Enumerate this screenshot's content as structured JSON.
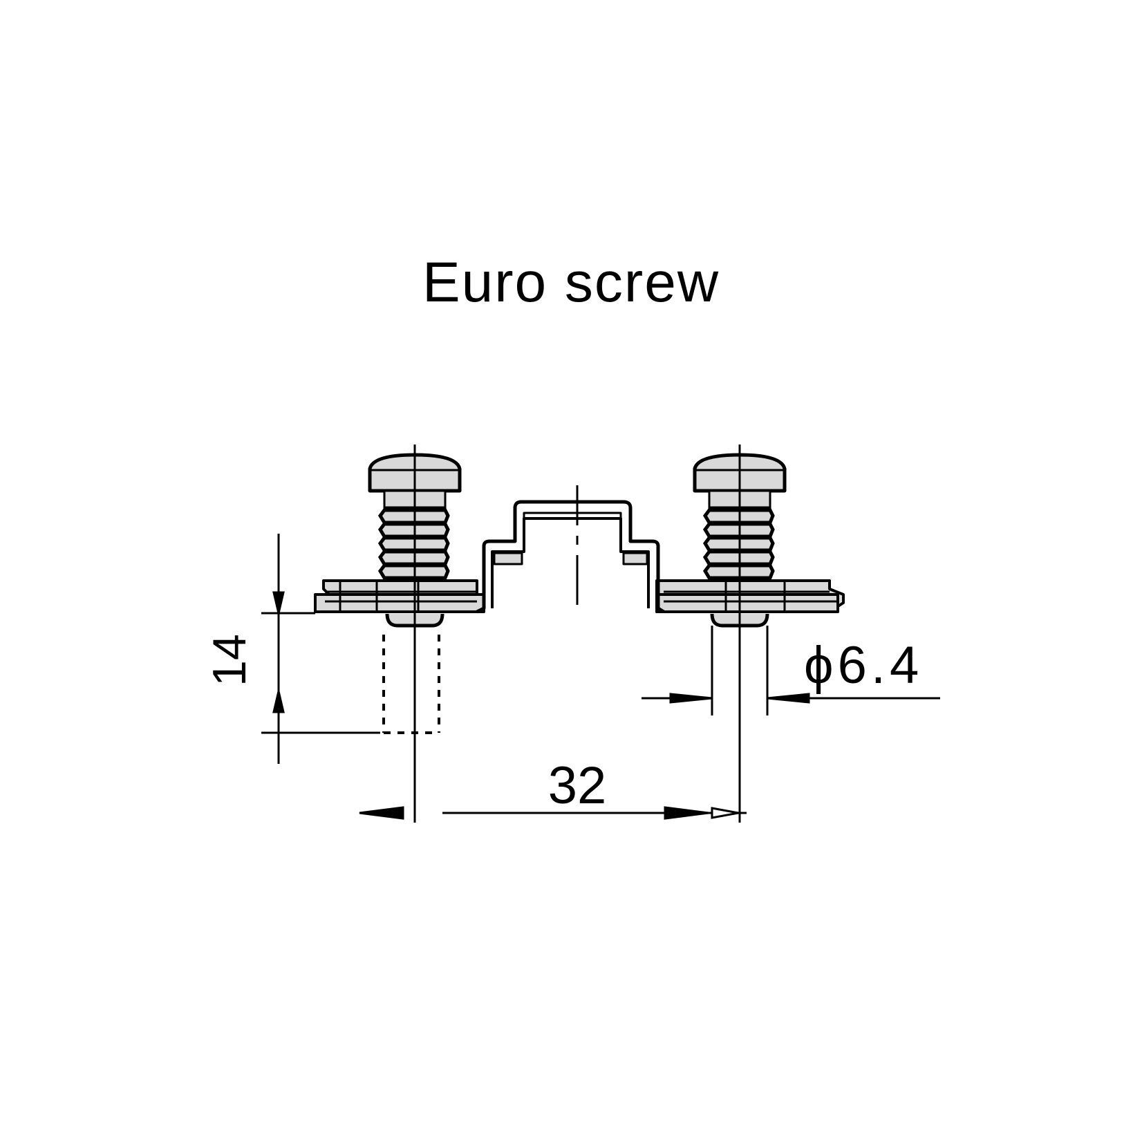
{
  "title": "Euro screw",
  "dimensions": {
    "height": "14",
    "diameter": "ϕ6.4",
    "spacing": "32"
  },
  "colors": {
    "line": "#000000",
    "fill": "#d9d9d9",
    "background": "#ffffff"
  }
}
